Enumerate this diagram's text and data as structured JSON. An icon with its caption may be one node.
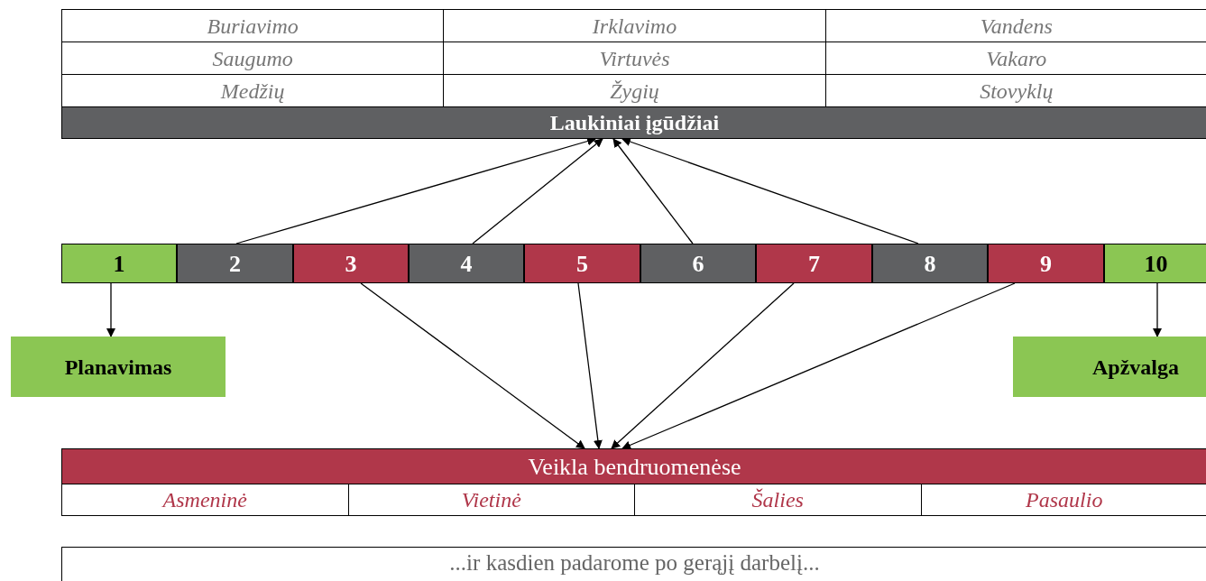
{
  "diagram": {
    "nodes": [
      {
        "text": [
          "Laukiniai įgūdžiai"
        ]
      },
      {
        "text": [
          "1"
        ]
      },
      {
        "text": [
          "2"
        ]
      },
      {
        "text": [
          "3"
        ]
      },
      {
        "text": [
          "4"
        ]
      },
      {
        "text": [
          "5"
        ]
      },
      {
        "text": [
          "6"
        ]
      },
      {
        "text": [
          "7"
        ]
      },
      {
        "text": [
          "8"
        ]
      },
      {
        "text": [
          "9"
        ]
      },
      {
        "text": [
          "10"
        ]
      },
      {
        "text": [
          "Planavimas"
        ]
      },
      {
        "text": [
          "Apžvalga"
        ]
      },
      {
        "text": [
          "Veikla bendruomenėse"
        ]
      },
      {
        "text": [
          "...ir kasdien padarome po gerąjį darbelį..."
        ]
      }
    ],
    "edges": [
      {
        "from": 2,
        "to": 0,
        "arrow": "to"
      },
      {
        "from": 4,
        "to": 0,
        "arrow": "to"
      },
      {
        "from": 6,
        "to": 0,
        "arrow": "to"
      },
      {
        "from": 8,
        "to": 0,
        "arrow": "to"
      },
      {
        "from": 3,
        "to": 13,
        "arrow": "to"
      },
      {
        "from": 5,
        "to": 13,
        "arrow": "to"
      },
      {
        "from": 7,
        "to": 13,
        "arrow": "to"
      },
      {
        "from": 9,
        "to": 13,
        "arrow": "to"
      },
      {
        "from": 1,
        "to": 11,
        "arrow": "to"
      },
      {
        "from": 10,
        "to": 12,
        "arrow": "to"
      }
    ],
    "labels": [
      "Buriavimo",
      "Irklavimo",
      "Vandens",
      "Saugumo",
      "Virtuvės",
      "Vakaro",
      "Medžių",
      "Žygių",
      "Stovyklų",
      "Asmeninė",
      "Vietinė",
      "Šalies",
      "Pasaulio"
    ]
  }
}
